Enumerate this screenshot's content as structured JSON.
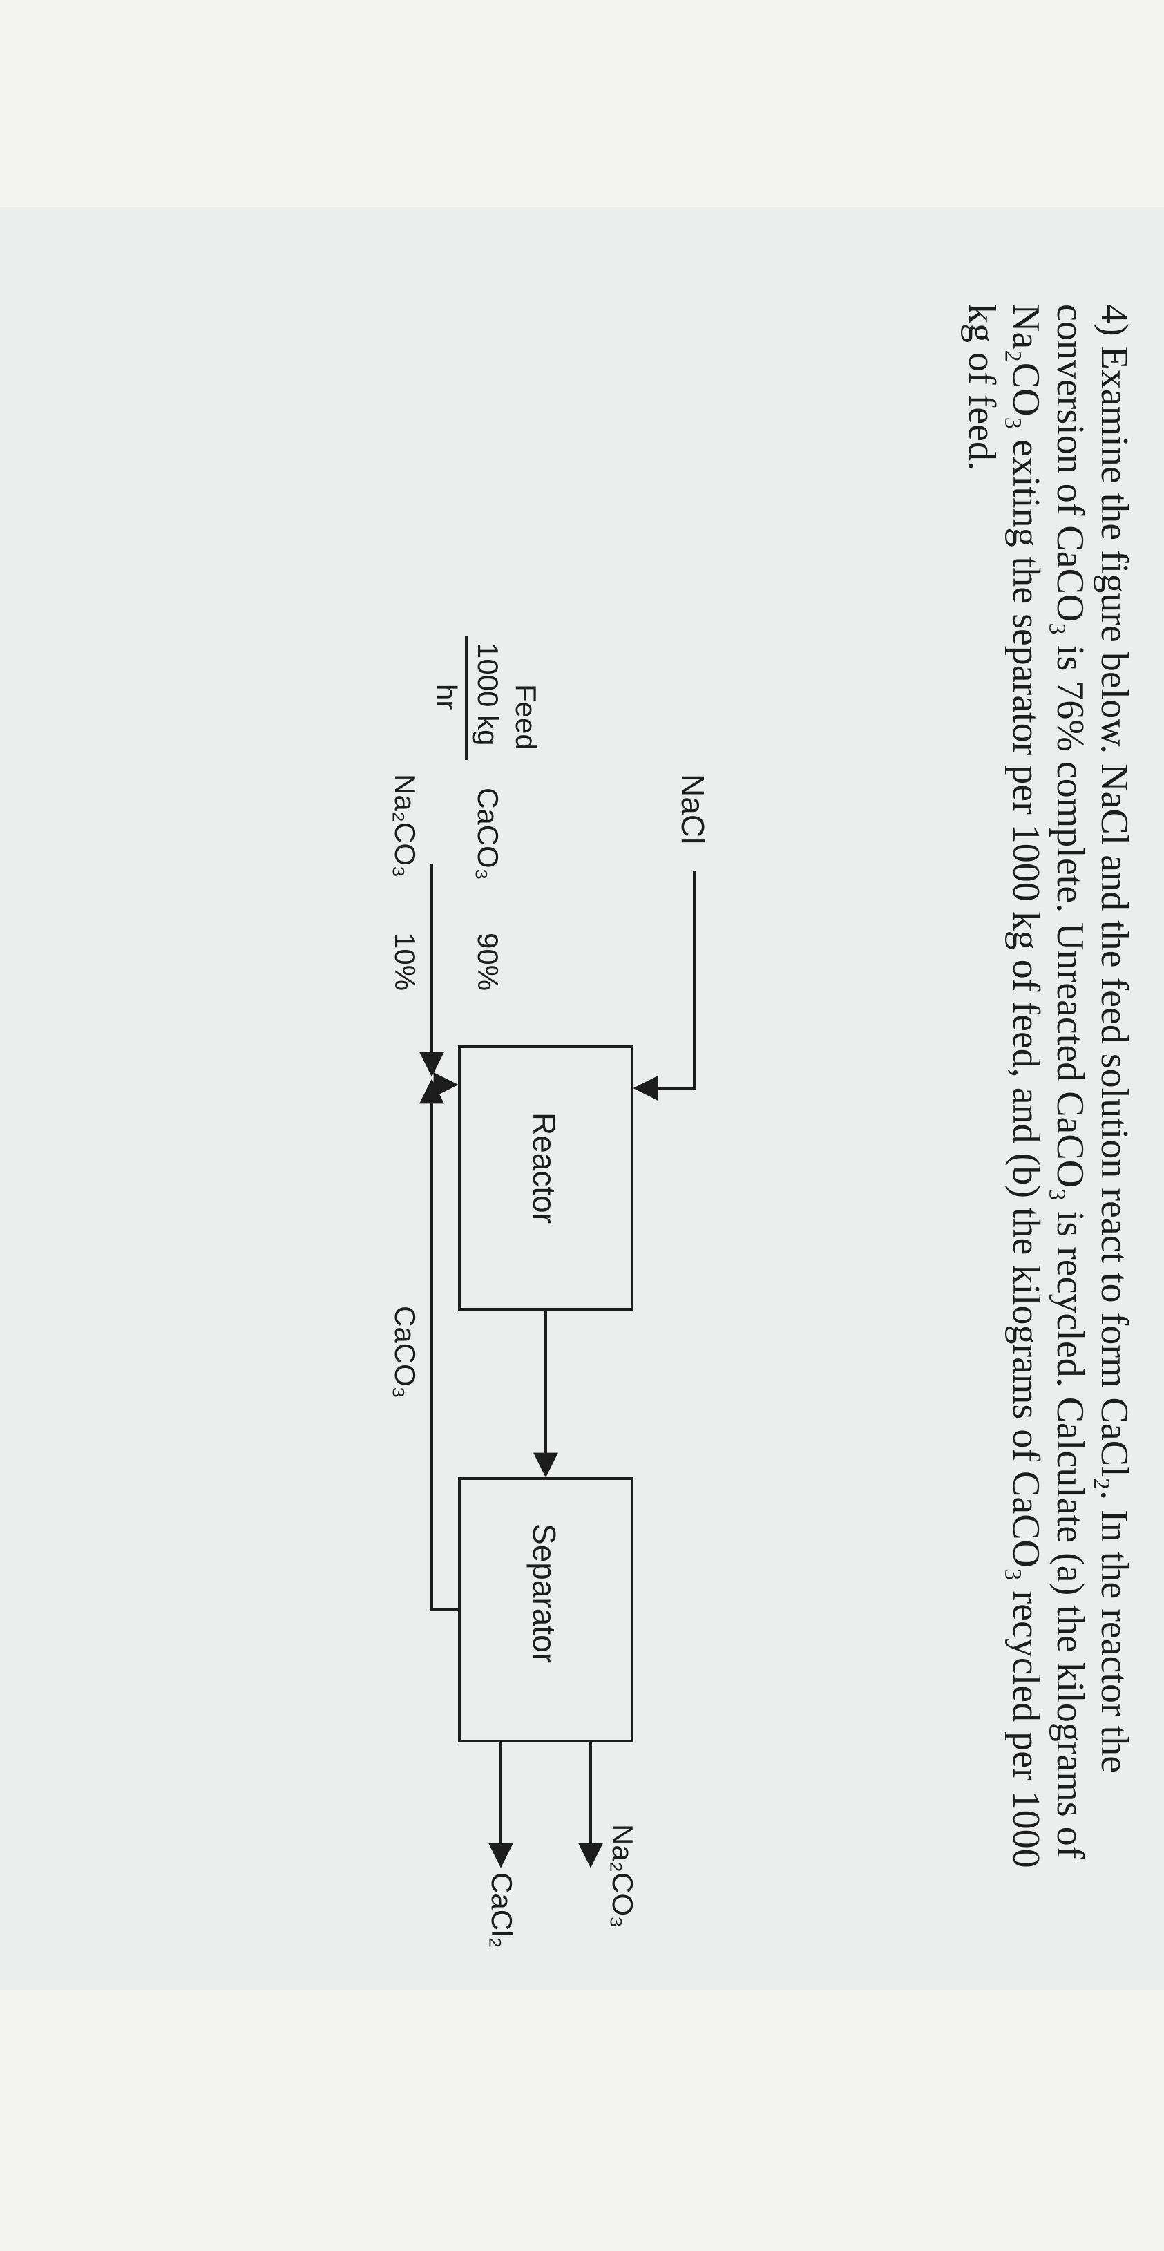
{
  "problem": {
    "number": "4)",
    "text": "Examine the figure below. NaCl and the feed solution react to form CaCl₂. In the reactor the conversion of CaCO₃ is 76% complete. Unreacted CaCO₃ is recycled. Calculate (a) the kilograms of Na₂CO₃ exiting the separator per 1000 kg of feed, and (b) the kilograms of CaCO₃ recycled per 1000 kg of feed."
  },
  "diagram": {
    "nacl_label": "NaCl",
    "feed_label": "Feed",
    "feed_rate_numerator": "1000 kg",
    "feed_rate_denominator": "hr",
    "feed_component_1": "CaCO₃",
    "feed_component_1_pct": "90%",
    "feed_component_2": "Na₂CO₃",
    "feed_component_2_pct": "10%",
    "reactor_label": "Reactor",
    "separator_label": "Separator",
    "recycle_label": "CaCO₃",
    "product_1": "Na₂CO₃",
    "product_2": "CaCl₂"
  }
}
